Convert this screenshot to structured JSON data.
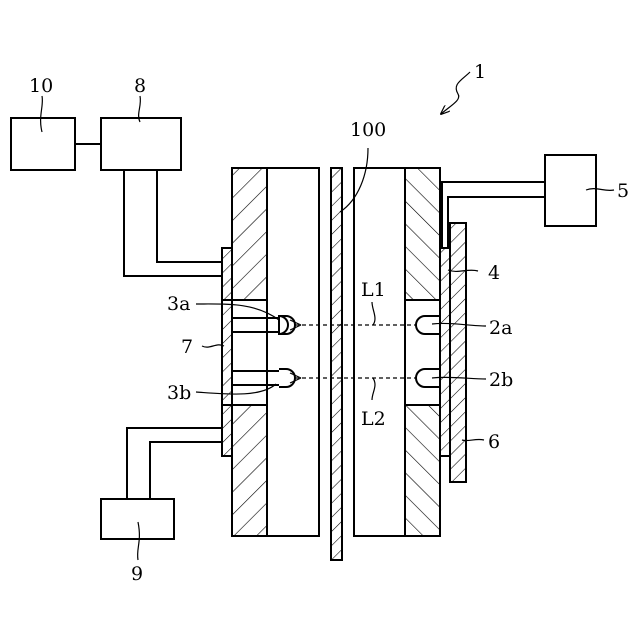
{
  "labels": {
    "l1": "1",
    "l10": "10",
    "l8": "8",
    "l100": "100",
    "l5": "5",
    "l4": "4",
    "l3a": "3a",
    "l2a": "2a",
    "lL1": "L1",
    "l7": "7",
    "l3b": "3b",
    "l2b": "2b",
    "lL2": "L2",
    "l6": "6",
    "l9": "9"
  }
}
